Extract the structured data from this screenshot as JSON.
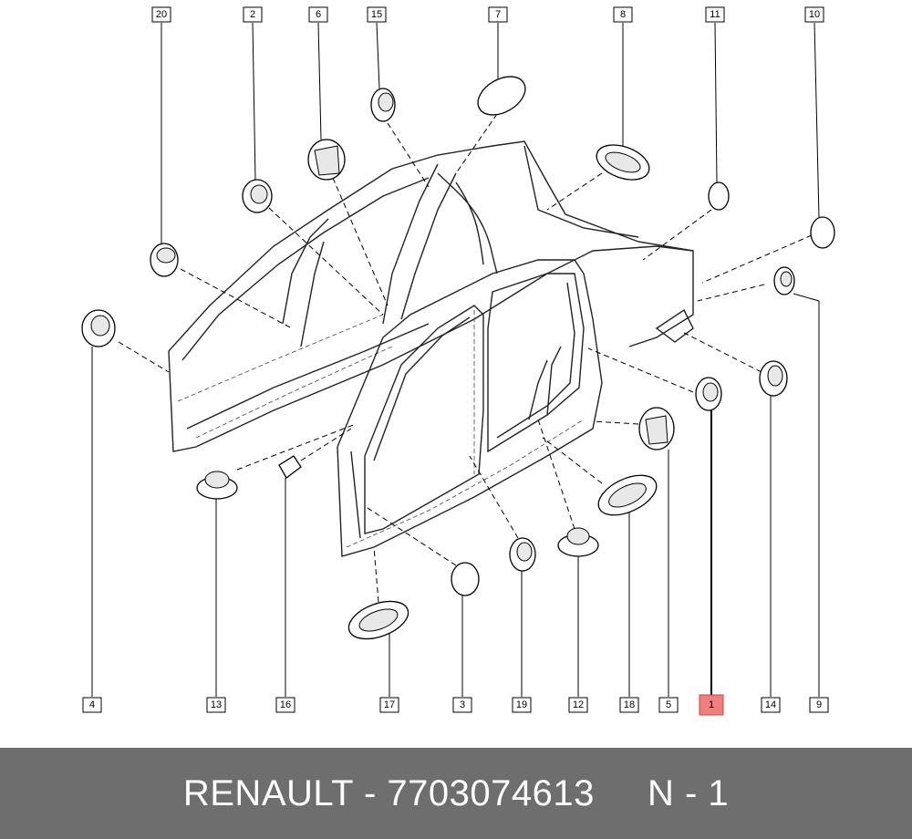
{
  "diagram": {
    "top_callouts": [
      "20",
      "2",
      "6",
      "15",
      "7",
      "8",
      "11",
      "10"
    ],
    "bottom_callouts": [
      "4",
      "13",
      "16",
      "17",
      "3",
      "19",
      "12",
      "18",
      "5",
      "1",
      "14",
      "9"
    ],
    "highlighted_callout": "1",
    "highlight_color": "#f08080"
  },
  "footer": {
    "text": "RENAULT - 7703074613     N - 1",
    "background_color": "#6e6e6e"
  }
}
